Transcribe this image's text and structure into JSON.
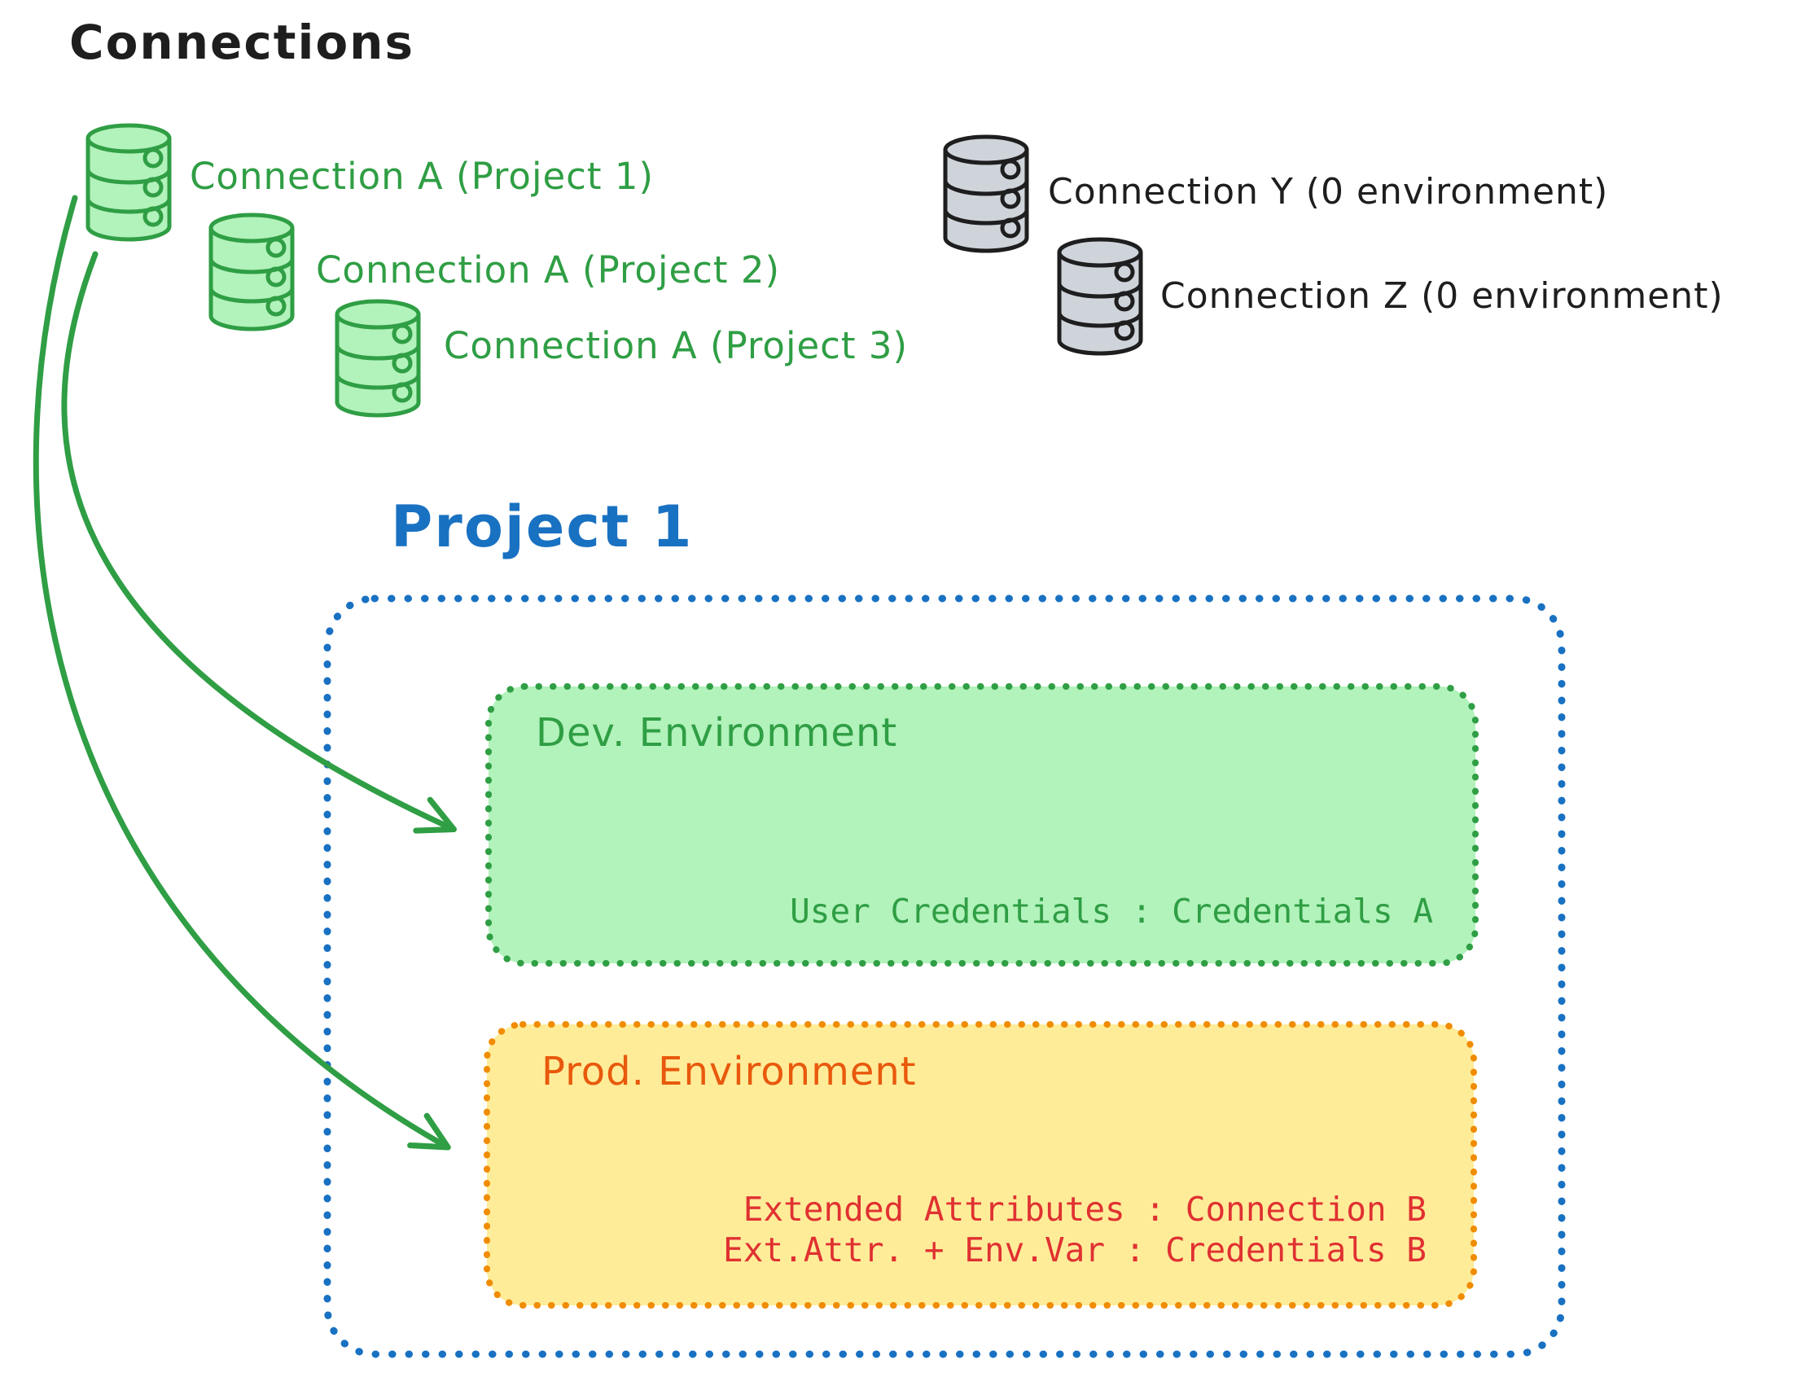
{
  "title": "Connections",
  "colors": {
    "ink_black": "#1e1e1e",
    "green": "#2f9e44",
    "green_fill": "#b2f2bb",
    "gray_fill": "#ced4da",
    "blue": "#1971c2",
    "orange_border": "#f08c00",
    "orange_text": "#e8590c",
    "yellow_fill": "#ffec99",
    "red": "#e03131"
  },
  "connections": {
    "project_scoped": [
      {
        "label": "Connection A (Project 1)",
        "icon": "database-icon",
        "color": "#2f9e44"
      },
      {
        "label": "Connection A (Project 2)",
        "icon": "database-icon",
        "color": "#2f9e44"
      },
      {
        "label": "Connection A (Project 3)",
        "icon": "database-icon",
        "color": "#2f9e44"
      }
    ],
    "unscoped": [
      {
        "label": "Connection Y (0 environment)",
        "icon": "database-icon",
        "color": "#1e1e1e"
      },
      {
        "label": "Connection Z (0 environment)",
        "icon": "database-icon",
        "color": "#1e1e1e"
      }
    ]
  },
  "project": {
    "title": "Project 1",
    "environments": [
      {
        "name": "Dev. Environment",
        "lines": [
          "User Credentials : Credentials A"
        ]
      },
      {
        "name": "Prod. Environment",
        "lines": [
          "Extended Attributes : Connection B",
          "Ext.Attr. + Env.Var : Credentials B"
        ]
      }
    ]
  },
  "arrows": [
    {
      "from": "Connection A database",
      "to": "Dev. Environment"
    },
    {
      "from": "Connection A database",
      "to": "Prod. Environment"
    }
  ]
}
